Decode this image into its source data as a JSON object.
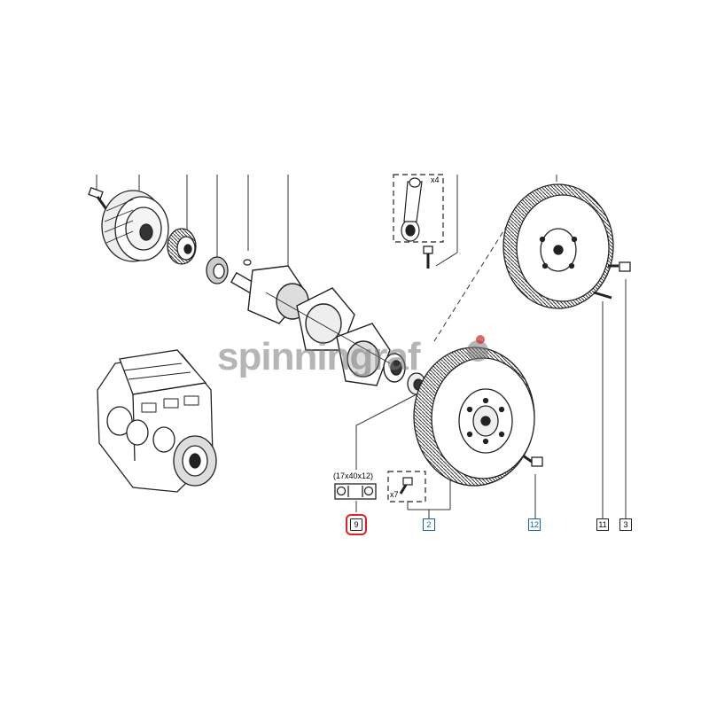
{
  "watermark": {
    "text": "spinningraf"
  },
  "dimension_label": "(17x40x12)",
  "qty_conrod": "x4",
  "qty_bolts": "x7",
  "callouts": {
    "c9": "9",
    "c2": "2",
    "c12": "12",
    "c11": "11",
    "c3": "3"
  },
  "colors": {
    "line": "#222222",
    "highlight_blue": "#1a63a8",
    "highlight_ring": "#dd2222",
    "watermark": "#808080"
  }
}
